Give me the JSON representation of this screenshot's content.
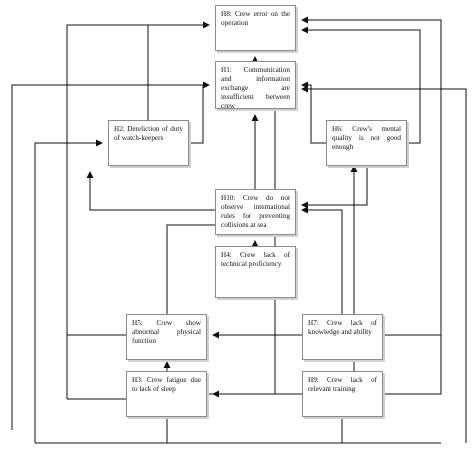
{
  "nodes": {
    "h8": "H8: Crew error on the operation",
    "h1": "H1: Communication and information exchange are insufficient between crew",
    "h2": "H2: Dereliction of duty of watch-keepers",
    "h6": "H6: Crew's mental quality is not good enough",
    "h10": "H10: Crew do not observe international rules for preventing collisions at sea",
    "h4": "H4: Crew lack of technical proficiency",
    "h5": "H5: Crew show abnormal physical function",
    "h7": "H7: Crew lack of knowledge and ability",
    "h3": "H3: Crew fatigue due to lack of sleep",
    "h9": "H9: Crew lack of relevant training"
  },
  "colors": {
    "line": "#111111",
    "box_border": "#8a8a8a"
  }
}
